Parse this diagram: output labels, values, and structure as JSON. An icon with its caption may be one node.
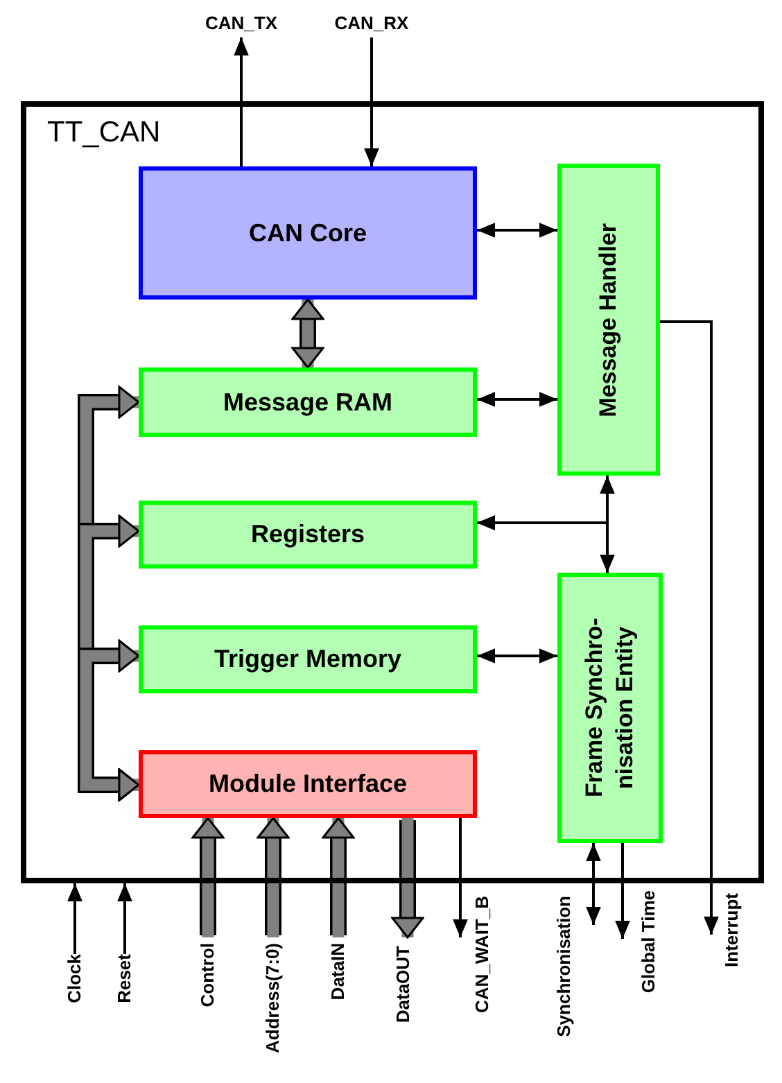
{
  "diagram": {
    "nodes": [
      {
        "text": [
          "TT_CAN"
        ]
      },
      {
        "text": [
          "CAN Core"
        ],
        "in": 0
      },
      {
        "text": [
          "Message RAM"
        ],
        "in": 0
      },
      {
        "text": [
          "Registers"
        ],
        "in": 0
      },
      {
        "text": [
          "Trigger Memory"
        ],
        "in": 0
      },
      {
        "text": [
          "Module Interface"
        ],
        "in": 0
      },
      {
        "text": [
          "Message Handler"
        ],
        "in": 0
      },
      {
        "text": [
          "Frame Synchro- nisation Entity"
        ],
        "in": 0
      },
      {
        "text": [
          "CAN_TX"
        ]
      },
      {
        "text": [
          "CAN_RX"
        ]
      },
      {
        "text": [
          "Clock"
        ]
      },
      {
        "text": [
          "Reset"
        ]
      },
      {
        "text": [
          "Control"
        ]
      },
      {
        "text": [
          "Address(7:0)"
        ]
      },
      {
        "text": [
          "DataIN"
        ]
      },
      {
        "text": [
          "DataOUT"
        ]
      },
      {
        "text": [
          "CAN_WAIT_B"
        ]
      },
      {
        "text": [
          "Synchronisation"
        ]
      },
      {
        "text": [
          "Global Time"
        ]
      },
      {
        "text": [
          "Interrupt"
        ]
      }
    ],
    "edges": [
      {
        "from": 1,
        "to": 8,
        "arrow": "to"
      },
      {
        "from": 9,
        "to": 1,
        "arrow": "to"
      },
      {
        "from": 1,
        "to": 6,
        "arrow": "both"
      },
      {
        "from": 1,
        "to": 2,
        "arrow": "both",
        "style": "thick",
        "color": "#808080"
      },
      {
        "from": 2,
        "to": 6,
        "arrow": "both"
      },
      {
        "from": 3,
        "to": 6,
        "arrow": "both"
      },
      {
        "from": 3,
        "to": 7,
        "arrow": "both"
      },
      {
        "from": 4,
        "to": 7,
        "arrow": "both"
      },
      {
        "from": 5,
        "to": 2,
        "arrow": "both",
        "style": "thick",
        "color": "#808080"
      },
      {
        "from": 5,
        "to": 3,
        "arrow": "both",
        "style": "thick",
        "color": "#808080"
      },
      {
        "from": 5,
        "to": 4,
        "arrow": "both",
        "style": "thick",
        "color": "#808080"
      },
      {
        "from": 6,
        "to": 19,
        "arrow": "to"
      },
      {
        "from": 10,
        "to": 0,
        "arrow": "to"
      },
      {
        "from": 11,
        "to": 0,
        "arrow": "to"
      },
      {
        "from": 12,
        "to": 5,
        "arrow": "to",
        "style": "thick",
        "color": "#808080"
      },
      {
        "from": 13,
        "to": 5,
        "arrow": "to",
        "style": "thick",
        "color": "#808080"
      },
      {
        "from": 14,
        "to": 5,
        "arrow": "to",
        "style": "thick",
        "color": "#808080"
      },
      {
        "from": 5,
        "to": 15,
        "arrow": "to",
        "style": "thick",
        "color": "#808080"
      },
      {
        "from": 5,
        "to": 16,
        "arrow": "to"
      },
      {
        "from": 17,
        "to": 7,
        "arrow": "both"
      },
      {
        "from": 7,
        "to": 18,
        "arrow": "to"
      }
    ]
  }
}
